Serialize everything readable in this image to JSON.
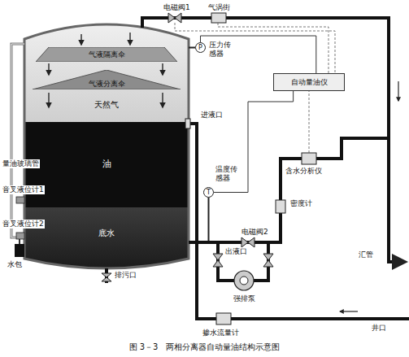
{
  "diagram": {
    "caption": "图 3－3　两相分离器自动量油结构示意图",
    "nodes": [
      {
        "text": [
          "气液隔离伞"
        ]
      },
      {
        "text": [
          "气液分离伞"
        ]
      },
      {
        "text": [
          "天然气"
        ]
      },
      {
        "text": [
          "油"
        ]
      },
      {
        "text": [
          "底水"
        ]
      },
      {
        "text": [
          "自动量油仪"
        ]
      },
      {
        "text": [
          "P"
        ]
      },
      {
        "text": [
          "T"
        ]
      }
    ],
    "edges": [
      {
        "from": 6,
        "to": 5,
        "arrow": "none"
      },
      {
        "from": 7,
        "to": 5,
        "arrow": "none"
      }
    ],
    "labels": [
      "电磁阀1",
      "气涡街",
      "压力传感器",
      "进液口",
      "温度传感器",
      "含水分析仪",
      "密度计",
      "量油玻璃管",
      "音叉液位计1",
      "音叉液位计2",
      "水包",
      "出液口",
      "电磁阀2",
      "排污口",
      "强排泵",
      "汇管",
      "井口",
      "掺水流量计"
    ]
  }
}
